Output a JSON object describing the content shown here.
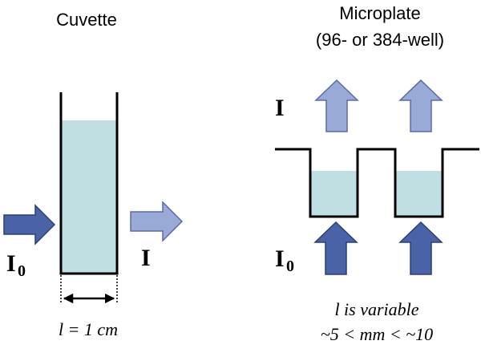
{
  "cuvette": {
    "title": "Cuvette",
    "incident_label": "I",
    "incident_subscript": "0",
    "transmitted_label": "I",
    "path_length": "l = 1 cm"
  },
  "microplate": {
    "title_line1": "Microplate",
    "title_line2": "(96- or 384-well)",
    "transmitted_label": "I",
    "incident_label": "I",
    "incident_subscript": "0",
    "path_length_line1": "l is variable",
    "path_length_line2": "~5 < mm < ~10"
  },
  "colors": {
    "liquid": "#bfdfe3",
    "arrow_dark": "#4a62a6",
    "arrow_light": "#9aaad6",
    "outline": "#000000"
  }
}
